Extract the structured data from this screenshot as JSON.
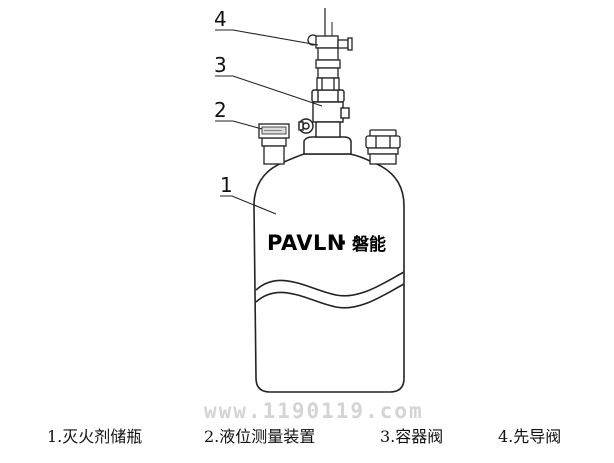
{
  "callouts": [
    {
      "number": "1"
    },
    {
      "number": "2"
    },
    {
      "number": "3"
    },
    {
      "number": "4"
    }
  ],
  "body_label": {
    "brand": "PAVLN",
    "separator": "·",
    "chinese": "磐能"
  },
  "watermark": "www.1190119.com",
  "legend": [
    {
      "text": "1.灭火剂储瓶"
    },
    {
      "text": "2.液位测量装置"
    },
    {
      "text": "3.容器阀"
    },
    {
      "text": "4.先导阀"
    }
  ]
}
